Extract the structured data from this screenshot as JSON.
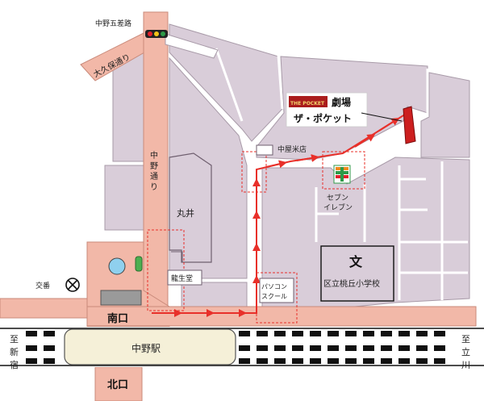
{
  "colors": {
    "block": "#d9cdd9",
    "block_border": "#a89aa8",
    "road": "#f2b8a8",
    "road_edge": "#c98a7a",
    "route": "#e8302a",
    "station": "#f5f0d8",
    "rail": "#111111",
    "pond": "#8fd0ee",
    "kiosk": "#4caf50",
    "theater": "#cc1f1f",
    "seven_green": "#2e9a48",
    "seven_orange": "#f08a1c",
    "seven_red": "#e2202b"
  },
  "icons": {
    "signal": "traffic-light-icon",
    "koban": "police-box-icon",
    "theater": "theater-building-icon",
    "seven": "seven-eleven-logo-icon",
    "school": "school-map-symbol"
  },
  "labels": {
    "intersection": "中野五差路",
    "okubo_street": "大久保通り",
    "nakano_street": "中野通り",
    "marui": "丸井",
    "nakaya_rice": "中屋米店",
    "seven_1": "セブン",
    "seven_2": "イレブン",
    "school_symbol": "文",
    "school_name": "区立桃丘小学校",
    "pc_school_1": "パソコン",
    "pc_school_2": "スクール",
    "ryuseido": "龍生堂",
    "koban": "交番",
    "south_exit": "南口",
    "north_exit": "北口",
    "station": "中野駅",
    "to_shinjuku_1": "至",
    "to_shinjuku_2": "新",
    "to_shinjuku_3": "宿",
    "to_tachikawa_1": "至",
    "to_tachikawa_2": "立",
    "to_tachikawa_3": "川",
    "theater_1": "劇場",
    "theater_2": "ザ・ポケット",
    "theater_logo": "THE POCKET"
  }
}
